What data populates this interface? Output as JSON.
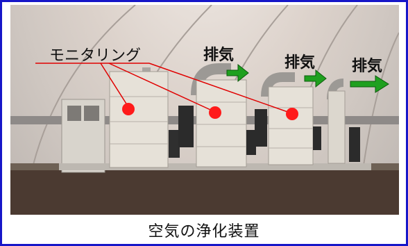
{
  "caption": "空気の浄化装置",
  "labels": {
    "monitoring": "モニタリング",
    "exhaust_1": "排気",
    "exhaust_2": "排気",
    "exhaust_3": "排気"
  },
  "colors": {
    "border": "#1616c8",
    "arrow": "#1fa01f",
    "marker": "#ff1a1a",
    "leader": "#e00000"
  }
}
